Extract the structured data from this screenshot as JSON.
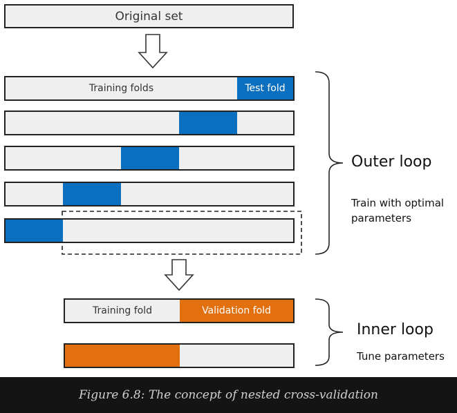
{
  "top_box": {
    "label": "Original set"
  },
  "outer": {
    "training_label": "Training folds",
    "test_label": "Test fold",
    "loop_label": "Outer loop",
    "note": [
      "Train with optimal",
      "parameters"
    ],
    "test_fold_positions": [
      5,
      4,
      3,
      2,
      1
    ],
    "fold_count": 5
  },
  "inner": {
    "training_label": "Training fold",
    "validation_label": "Validation fold",
    "loop_label": "Inner loop",
    "note": "Tune parameters",
    "validation_fold_positions": [
      2,
      1
    ],
    "fold_count": 2
  },
  "colors": {
    "test": "#0b6fc0",
    "validation": "#e2700e",
    "fold": "#efefef",
    "caption_bg": "#141414"
  },
  "caption": "Figure 6.8: The concept of nested cross-validation"
}
